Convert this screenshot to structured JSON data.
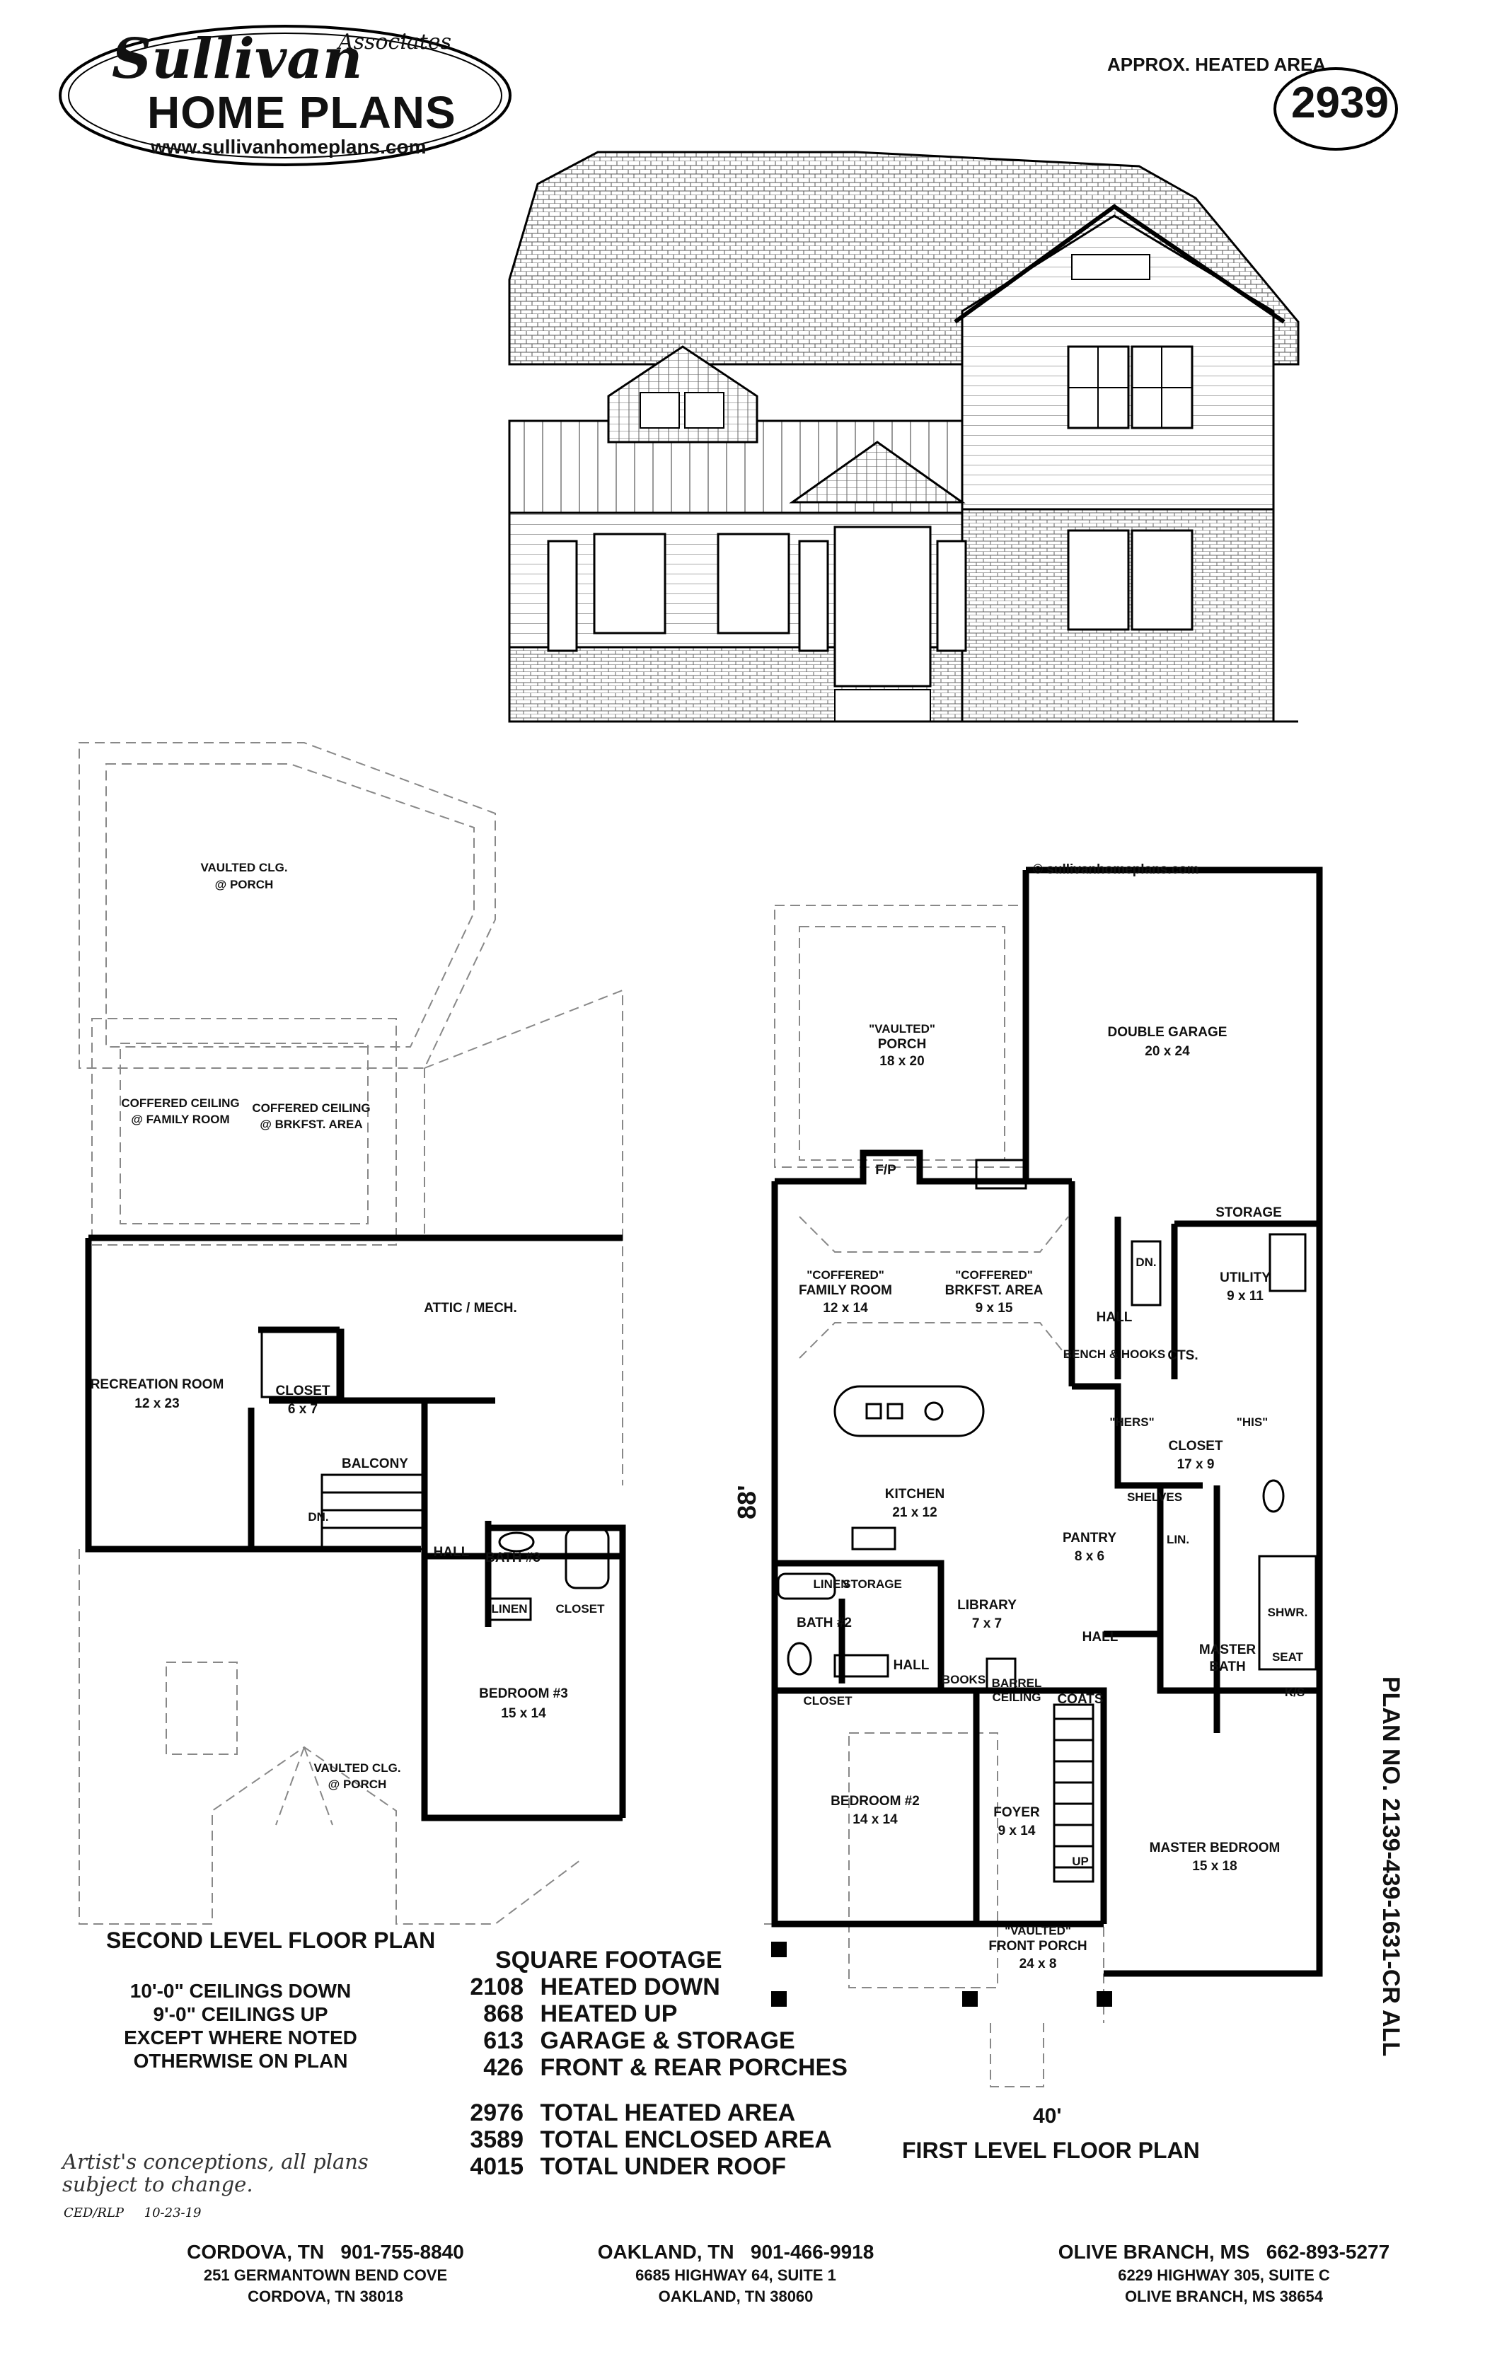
{
  "logo": {
    "script_name": "Sullivan",
    "associates": "Associates",
    "brand": "HOME PLANS",
    "website": "www.sullivanhomeplans.com"
  },
  "heated_area": {
    "label": "APPROX. HEATED AREA",
    "value": "2939"
  },
  "copyright": "© sullivanhomeplans.com",
  "plan_number": "PLAN NO. 2139-439-1631-CR ALL",
  "second_level": {
    "rooms": [
      {
        "name": "VAULTED CLG.",
        "sub": "@ PORCH"
      },
      {
        "name": "COFFERED CEILING",
        "sub": "@ FAMILY ROOM"
      },
      {
        "name": "COFFERED CEILING",
        "sub": "@ BRKFST. AREA"
      },
      {
        "name": "ATTIC / MECH.",
        "sub": ""
      },
      {
        "name": "RECREATION ROOM",
        "sub": "12 x 23"
      },
      {
        "name": "CLOSET",
        "sub": "6 x 7"
      },
      {
        "name": "BALCONY",
        "sub": ""
      },
      {
        "name": "DN.",
        "sub": ""
      },
      {
        "name": "HALL",
        "sub": ""
      },
      {
        "name": "BATH #3",
        "sub": ""
      },
      {
        "name": "LINEN",
        "sub": ""
      },
      {
        "name": "CLOSET",
        "sub": ""
      },
      {
        "name": "BEDROOM #3",
        "sub": "15 x 14"
      },
      {
        "name": "VAULTED CLG.",
        "sub": "@ PORCH"
      }
    ],
    "title": "SECOND LEVEL FLOOR PLAN",
    "ceilings": [
      "10'-0\" CEILINGS DOWN",
      "9'-0\" CEILINGS UP",
      "EXCEPT WHERE NOTED",
      "OTHERWISE ON PLAN"
    ]
  },
  "first_level": {
    "rooms": [
      {
        "name": "\"VAULTED\"",
        "sub": "PORCH",
        "dim": "18 x 20"
      },
      {
        "name": "DOUBLE GARAGE",
        "sub": "",
        "dim": "20 x 24"
      },
      {
        "name": "STORAGE",
        "sub": "",
        "dim": ""
      },
      {
        "name": "F/P",
        "sub": "",
        "dim": ""
      },
      {
        "name": "\"COFFERED\"",
        "sub": "FAMILY ROOM",
        "dim": "12 x 14"
      },
      {
        "name": "\"COFFERED\"",
        "sub": "BRKFST. AREA",
        "dim": "9 x 15"
      },
      {
        "name": "DN.",
        "sub": "",
        "dim": ""
      },
      {
        "name": "UTILITY",
        "sub": "",
        "dim": "9 x 11"
      },
      {
        "name": "HALL",
        "sub": "",
        "dim": ""
      },
      {
        "name": "BENCH & HOOKS",
        "sub": "",
        "dim": ""
      },
      {
        "name": "CTS.",
        "sub": "",
        "dim": ""
      },
      {
        "name": "\"HERS\"",
        "sub": "",
        "dim": ""
      },
      {
        "name": "\"HIS\"",
        "sub": "",
        "dim": ""
      },
      {
        "name": "CLOSET",
        "sub": "",
        "dim": "17 x 9"
      },
      {
        "name": "SHELVES",
        "sub": "",
        "dim": ""
      },
      {
        "name": "KITCHEN",
        "sub": "",
        "dim": "21 x 12"
      },
      {
        "name": "PANTRY",
        "sub": "",
        "dim": "8 x 6"
      },
      {
        "name": "LIN.",
        "sub": "",
        "dim": ""
      },
      {
        "name": "LINEN",
        "sub": "",
        "dim": ""
      },
      {
        "name": "STORAGE",
        "sub": "",
        "dim": ""
      },
      {
        "name": "LIBRARY",
        "sub": "",
        "dim": "7 x 7"
      },
      {
        "name": "BATH #2",
        "sub": "",
        "dim": ""
      },
      {
        "name": "HALL",
        "sub": "",
        "dim": ""
      },
      {
        "name": "HALL",
        "sub": "",
        "dim": ""
      },
      {
        "name": "MASTER",
        "sub": "BATH",
        "dim": ""
      },
      {
        "name": "SHWR.",
        "sub": "",
        "dim": ""
      },
      {
        "name": "SEAT",
        "sub": "",
        "dim": ""
      },
      {
        "name": "K/S",
        "sub": "",
        "dim": ""
      },
      {
        "name": "CLOSET",
        "sub": "",
        "dim": ""
      },
      {
        "name": "BOOKS",
        "sub": "",
        "dim": ""
      },
      {
        "name": "BARREL",
        "sub": "CEILING",
        "dim": ""
      },
      {
        "name": "COATS",
        "sub": "",
        "dim": ""
      },
      {
        "name": "BEDROOM #2",
        "sub": "",
        "dim": "14 x 14"
      },
      {
        "name": "FOYER",
        "sub": "",
        "dim": "9 x 14"
      },
      {
        "name": "UP",
        "sub": "",
        "dim": ""
      },
      {
        "name": "MASTER BEDROOM",
        "sub": "",
        "dim": "15 x 18"
      },
      {
        "name": "\"VAULTED\"",
        "sub": "FRONT PORCH",
        "dim": "24 x 8"
      }
    ],
    "depth_dim": "88'",
    "width_dim": "40'",
    "title": "FIRST LEVEL FLOOR PLAN"
  },
  "square_footage": {
    "title": "SQUARE FOOTAGE",
    "rows": [
      {
        "value": "2108",
        "label": "HEATED DOWN"
      },
      {
        "value": "868",
        "label": "HEATED UP"
      },
      {
        "value": "613",
        "label": "GARAGE & STORAGE"
      },
      {
        "value": "426",
        "label": "FRONT & REAR PORCHES"
      }
    ],
    "totals": [
      {
        "value": "2976",
        "label": "TOTAL HEATED AREA"
      },
      {
        "value": "3589",
        "label": "TOTAL ENCLOSED AREA"
      },
      {
        "value": "4015",
        "label": "TOTAL UNDER ROOF"
      }
    ]
  },
  "disclaimer": [
    "Artist's conceptions, all plans",
    "subject to change."
  ],
  "drafter": "CED/RLP     10-23-19",
  "offices": [
    {
      "city": "CORDOVA, TN   901-755-8840",
      "street": "251 GERMANTOWN BEND COVE",
      "citystate": "CORDOVA, TN 38018"
    },
    {
      "city": "OAKLAND, TN   901-466-9918",
      "street": "6685 HIGHWAY 64, SUITE 1",
      "citystate": "OAKLAND, TN 38060"
    },
    {
      "city": "OLIVE BRANCH, MS   662-893-5277",
      "street": "6229 HIGHWAY 305, SUITE C",
      "citystate": "OLIVE BRANCH, MS 38654"
    }
  ]
}
